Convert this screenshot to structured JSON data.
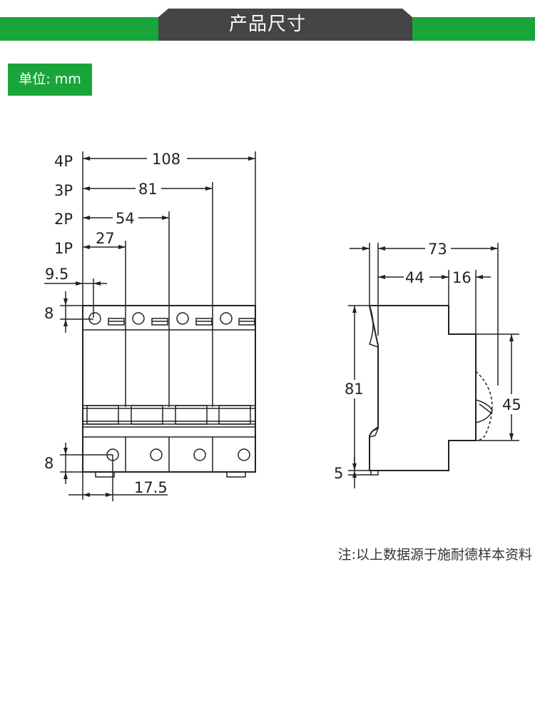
{
  "header": {
    "title": "产品尺寸"
  },
  "unit": {
    "label": "单位: mm"
  },
  "note": {
    "text": "注:以上数据源于施耐德样本资料"
  },
  "front_view": {
    "pole_labels": [
      "4P",
      "3P",
      "2P",
      "1P"
    ],
    "width_dims": [
      "108",
      "81",
      "54",
      "27"
    ],
    "hole_offset": "9.5",
    "top_hole_height": "8",
    "bottom_hole_height": "8",
    "bottom_hole_offset": "17.5"
  },
  "side_view": {
    "depth_total": "73",
    "depth_body": "44",
    "depth_handle": "16",
    "height": "81",
    "handle_height": "45",
    "foot_height": "5"
  },
  "colors": {
    "brand_green": "#1aa53a",
    "header_dark": "#454545",
    "line": "#222222"
  }
}
